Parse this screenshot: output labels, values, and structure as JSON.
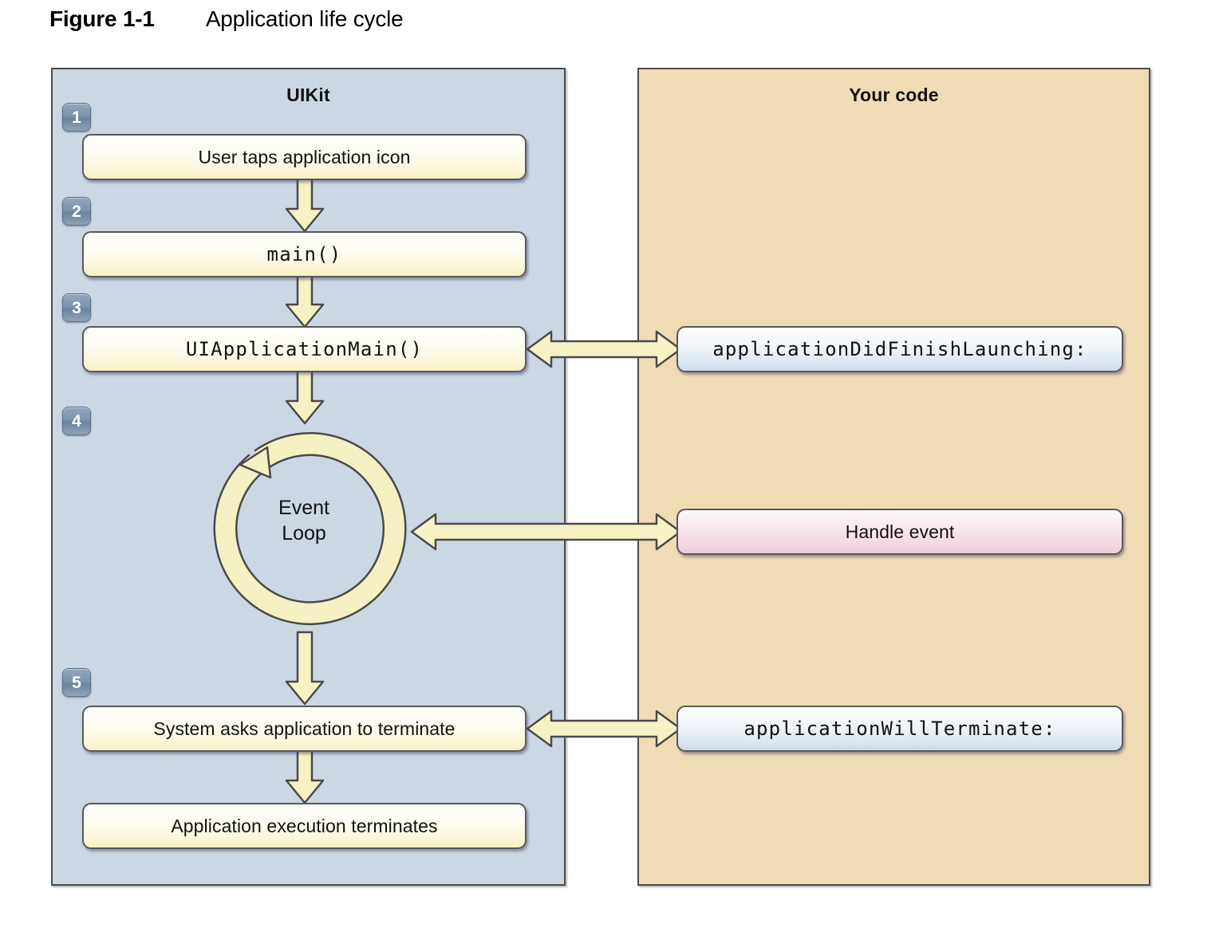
{
  "caption": {
    "figure_number": "Figure 1-1",
    "title": "Application life cycle"
  },
  "panels": {
    "left": {
      "title": "UIKit",
      "color": "#ccd7e4"
    },
    "right": {
      "title": "Your code",
      "color": "#efdcb4"
    }
  },
  "steps": [
    {
      "number": "1"
    },
    {
      "number": "2"
    },
    {
      "number": "3"
    },
    {
      "number": "4"
    },
    {
      "number": "5"
    }
  ],
  "uikit_boxes": [
    {
      "label": "User taps application icon",
      "style": "text"
    },
    {
      "label": "main()",
      "style": "mono"
    },
    {
      "label": "UIApplicationMain()",
      "style": "mono"
    },
    {
      "label": "System asks application to terminate",
      "style": "text"
    },
    {
      "label": "Application execution terminates",
      "style": "text"
    }
  ],
  "event_loop": {
    "line1": "Event",
    "line2": "Loop"
  },
  "yourcode_boxes": [
    {
      "label": "applicationDidFinishLaunching:",
      "style": "mono",
      "color": "#dce7f1"
    },
    {
      "label": "Handle event",
      "style": "text",
      "color": "#f3d7e2"
    },
    {
      "label": "applicationWillTerminate:",
      "style": "mono",
      "color": "#dce7f1"
    }
  ],
  "colors": {
    "arrow_fill": "#f7f2c4",
    "arrow_stroke": "#4a4a4a",
    "box_border": "#595959",
    "panel_border": "#4c4c4c",
    "badge": "#7e94ab"
  }
}
